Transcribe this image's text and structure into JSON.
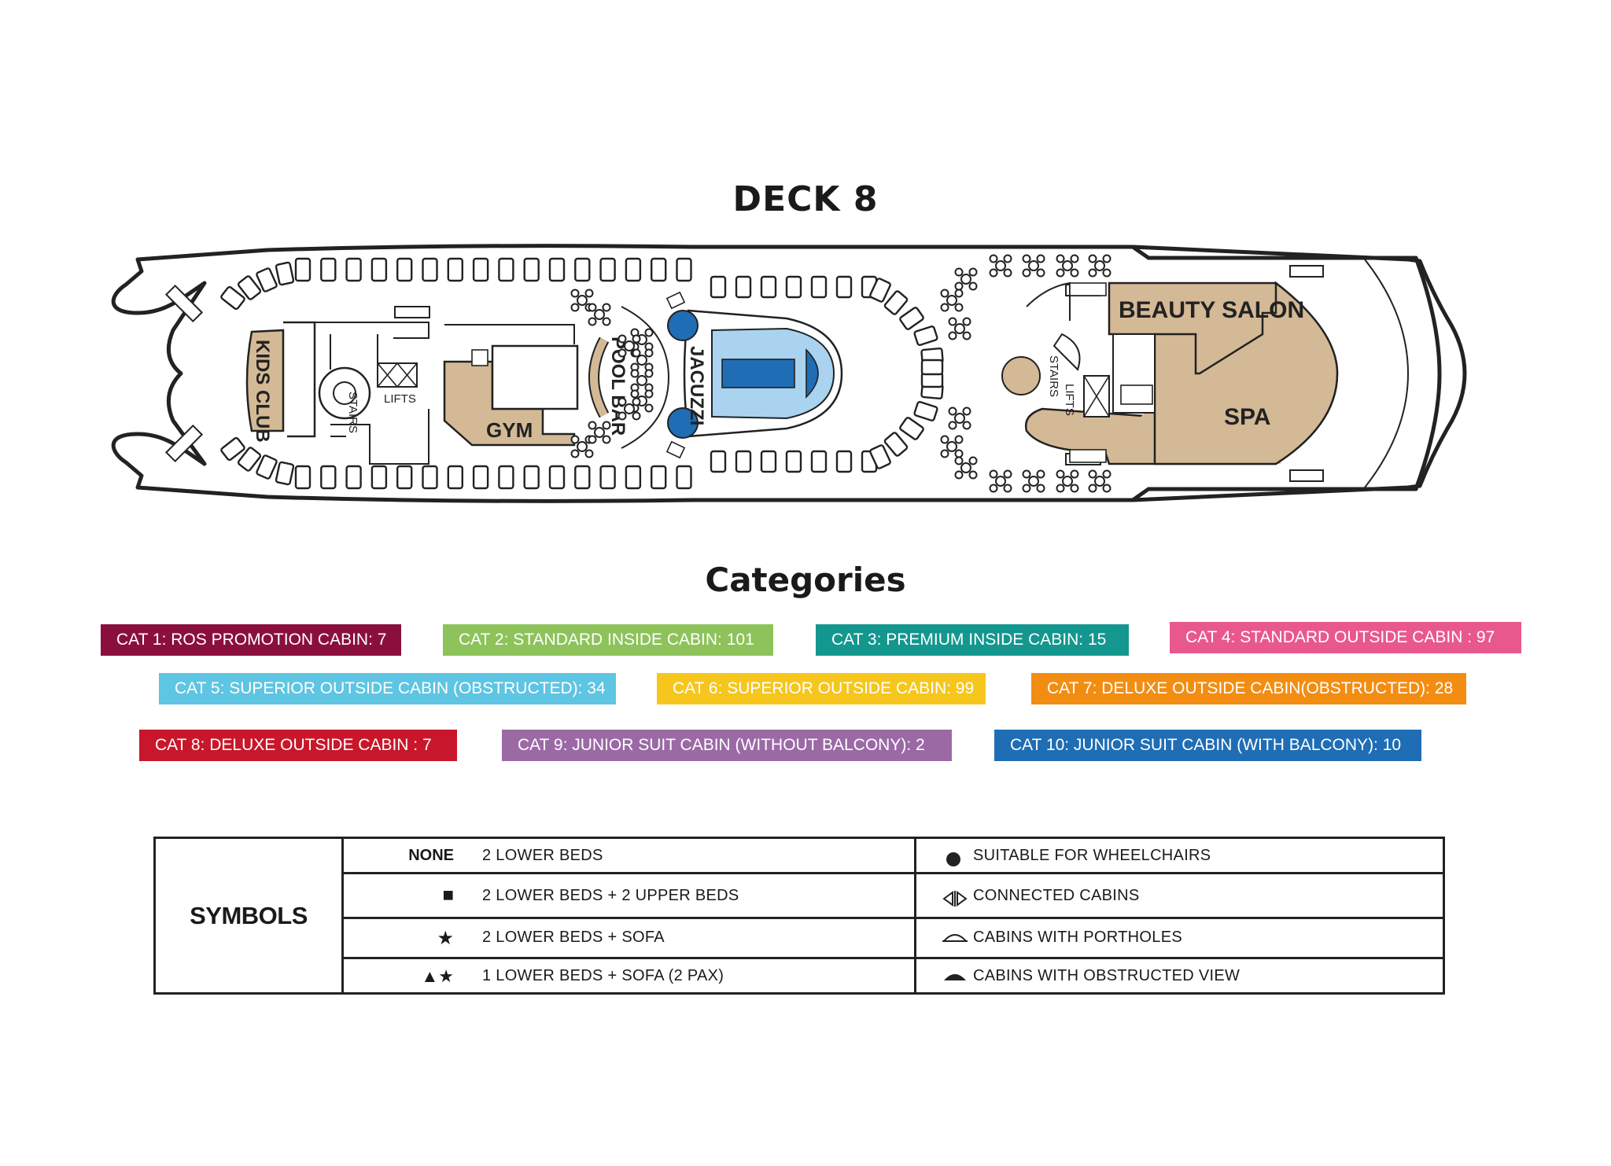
{
  "deck_title": "DECK 8",
  "categories_title": "Categories",
  "rooms": {
    "kids_club": "KIDS CLUB",
    "stairs_fwd": "STAIRS",
    "lifts_fwd": "LIFTS",
    "gym": "GYM",
    "pool_bar": "POOL BAR",
    "jacuzzi": "JACUZZI",
    "beauty_salon": "BEAUTY SALON",
    "stairs_aft": "STAIRS",
    "lifts_aft": "LIFTS",
    "spa": "SPA"
  },
  "categories": [
    {
      "label": "CAT 1: ROS PROMOTION CABIN: 7",
      "color": "#8b0f3c"
    },
    {
      "label": "CAT 2: STANDARD INSIDE CABIN: 101",
      "color": "#8dc35a"
    },
    {
      "label": "CAT 3: PREMIUM INSIDE CABIN: 15",
      "color": "#13978e"
    },
    {
      "label": "CAT 4: STANDARD OUTSIDE CABIN : 97",
      "color": "#e9588d"
    },
    {
      "label": "CAT 5: SUPERIOR OUTSIDE CABIN (OBSTRUCTED): 34",
      "color": "#5ec5e3"
    },
    {
      "label": "CAT 6: SUPERIOR OUTSIDE CABIN: 99",
      "color": "#f6c61d"
    },
    {
      "label": "CAT 7: DELUXE OUTSIDE CABIN(OBSTRUCTED): 28",
      "color": "#f38d12"
    },
    {
      "label": "CAT 8: DELUXE OUTSIDE CABIN : 7",
      "color": "#c8172a"
    },
    {
      "label": "CAT 9: JUNIOR SUIT CABIN (WITHOUT BALCONY): 2",
      "color": "#9b6aa5"
    },
    {
      "label": "CAT 10: JUNIOR SUIT CABIN (WITH BALCONY): 10",
      "color": "#1f6db4"
    }
  ],
  "symbols": {
    "heading": "SYMBOLS",
    "left": [
      {
        "mark": "NONE",
        "text": "2 LOWER BEDS"
      },
      {
        "mark": "■",
        "text": "2 LOWER BEDS + 2 UPPER BEDS"
      },
      {
        "mark": "★",
        "text": "2 LOWER BEDS + SOFA"
      },
      {
        "mark": "▲★",
        "text": "1 LOWER BEDS + SOFA (2 PAX)"
      }
    ],
    "right": [
      {
        "icon": "wheelchair-dot-icon",
        "text": "SUITABLE FOR WHEELCHAIRS"
      },
      {
        "icon": "connected-cabins-icon",
        "text": "CONNECTED CABINS"
      },
      {
        "icon": "porthole-icon",
        "text": "CABINS WITH PORTHOLES"
      },
      {
        "icon": "obstructed-view-icon",
        "text": "CABINS WITH OBSTRUCTED VIEW"
      }
    ]
  },
  "colors": {
    "venue_fill": "#d4b996",
    "pool_water": "#a9d3ef",
    "pool_blue": "#1f6db4",
    "outline": "#222222"
  }
}
